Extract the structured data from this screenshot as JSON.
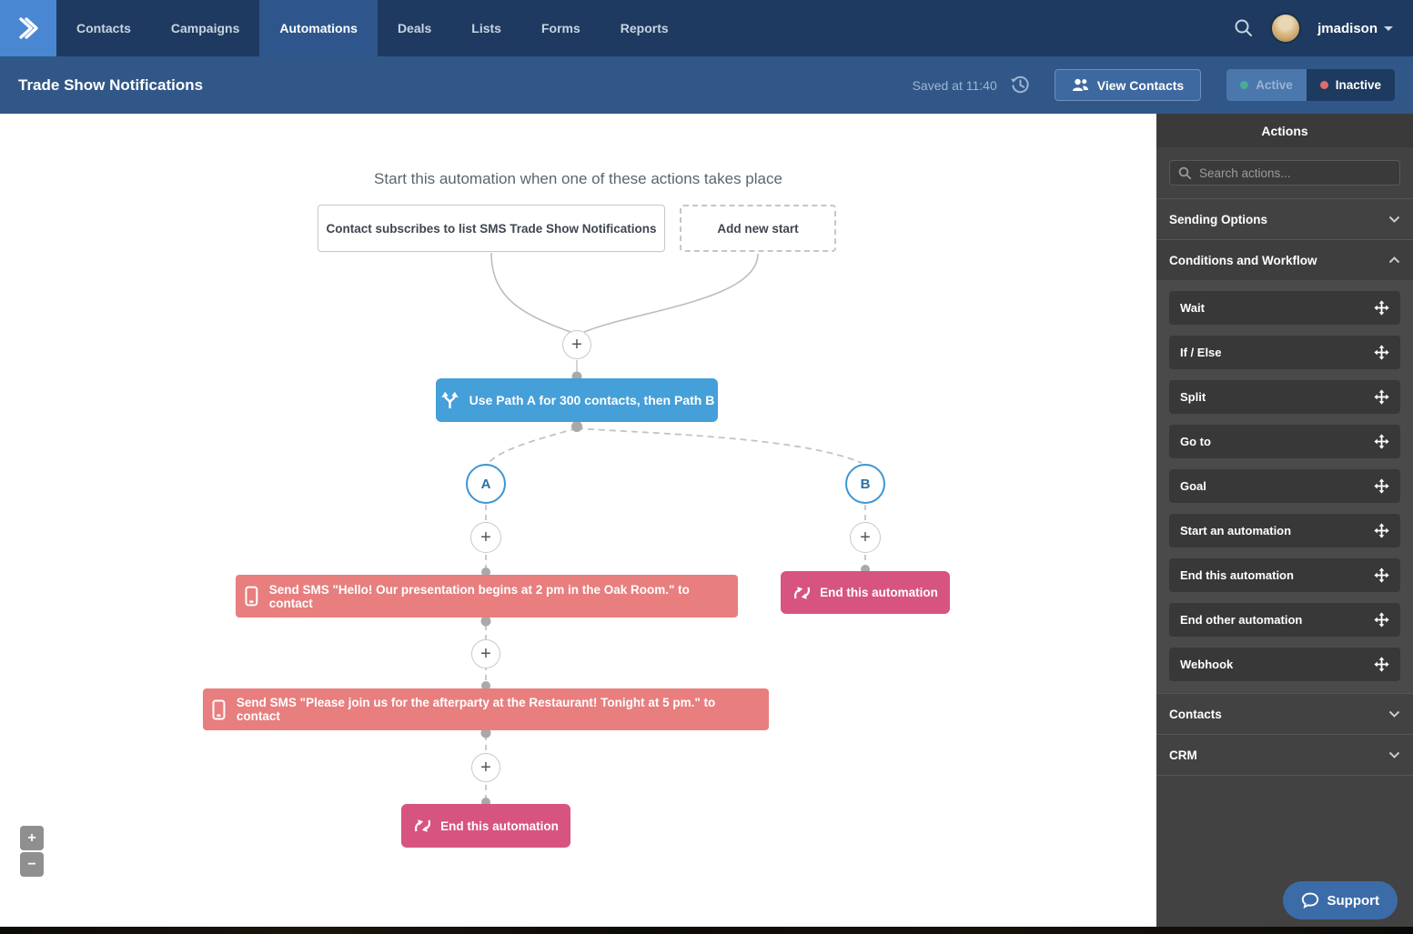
{
  "nav": {
    "items": [
      "Contacts",
      "Campaigns",
      "Automations",
      "Deals",
      "Lists",
      "Forms",
      "Reports"
    ],
    "active_item": "Automations",
    "user": "jmadison"
  },
  "header": {
    "title": "Trade Show Notifications",
    "saved_text": "Saved at 11:40",
    "view_contacts_label": "View Contacts",
    "active_label": "Active",
    "inactive_label": "Inactive"
  },
  "canvas": {
    "heading": "Start this automation when one of these actions takes place",
    "start_trigger": "Contact subscribes to list SMS Trade Show Notifications",
    "add_new_start": "Add new start",
    "split_node": "Use Path A for 300 contacts, then Path B",
    "branch_a": "A",
    "branch_b": "B",
    "sms_1": "Send SMS \"Hello! Our presentation begins at 2 pm in the Oak Room.\" to contact",
    "sms_2": "Send SMS \"Please join us for the afterparty at the Restaurant! Tonight at 5 pm.\" to contact",
    "end_automation": "End this automation",
    "plus": "+",
    "zoom_in": "+",
    "zoom_out": "−"
  },
  "sidebar": {
    "title": "Actions",
    "search_placeholder": "Search actions...",
    "sections": {
      "sending": "Sending Options",
      "conditions": "Conditions and Workflow",
      "contacts": "Contacts",
      "crm": "CRM"
    },
    "conditions_items": [
      "Wait",
      "If / Else",
      "Split",
      "Go to",
      "Goal",
      "Start an automation",
      "End this automation",
      "End other automation",
      "Webhook"
    ],
    "support_label": "Support"
  },
  "colors": {
    "nav_bg": "#1e3a60",
    "nav_active_bg": "#2e568c",
    "logo_bg": "#4a87d3",
    "subheader_bg": "#305787",
    "split_node_blue": "#459fd9",
    "sms_node_salmon": "#e87e7e",
    "end_node_pink": "#d75480",
    "active_dot_green": "#4cab93",
    "inactive_dot_red": "#e06c6c",
    "sidebar_bg": "#424242",
    "support_blue": "#3c6ca8"
  }
}
